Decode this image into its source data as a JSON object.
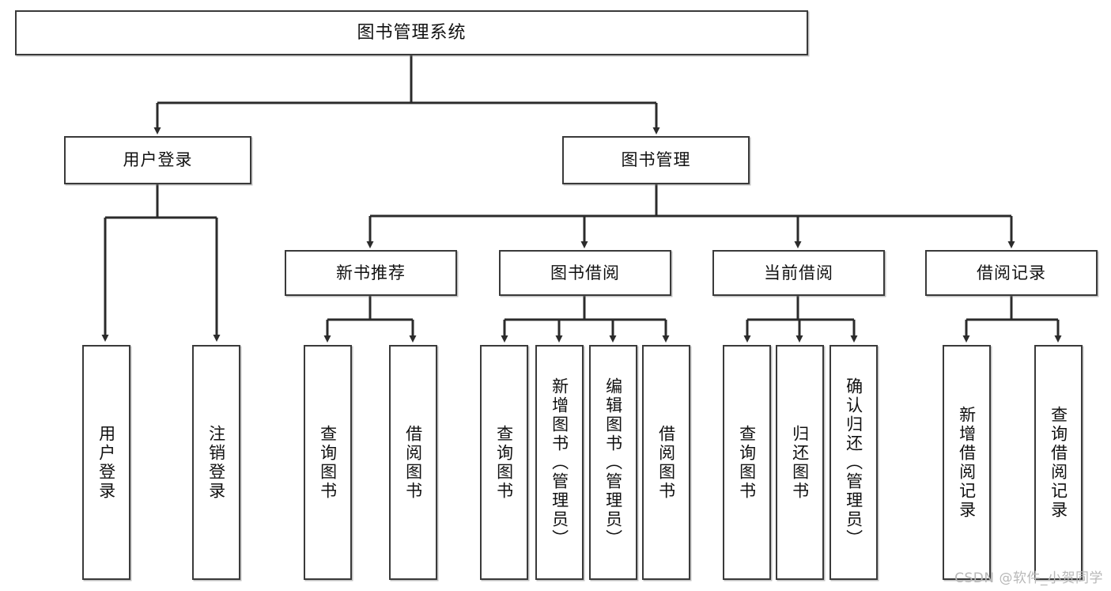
{
  "diagram": {
    "title": "图书管理系统",
    "type": "tree",
    "orientation": "top-down",
    "colors": {
      "box_border": "#3a3a3a",
      "box_fill": "#ffffff",
      "connector": "#2b2b2b",
      "watermark": "#b8b8b8",
      "background": "#ffffff"
    },
    "watermark": "CSDN @软件_小贺同学"
  },
  "nodes": {
    "root": {
      "label": "图书管理系统"
    },
    "level2": [
      {
        "id": "user-login",
        "label": "用户登录"
      },
      {
        "id": "book-management",
        "label": "图书管理"
      }
    ],
    "level3": [
      {
        "id": "new-book-recommend",
        "label": "新书推荐"
      },
      {
        "id": "book-borrow",
        "label": "图书借阅"
      },
      {
        "id": "current-borrow",
        "label": "当前借阅"
      },
      {
        "id": "borrow-record",
        "label": "借阅记录"
      }
    ],
    "leaves": {
      "user_login": [
        {
          "id": "leaf-user-login",
          "label": "用户登录"
        },
        {
          "id": "leaf-user-logout",
          "label": "注销登录"
        }
      ],
      "new_book_recommend": [
        {
          "id": "leaf-query-book-1",
          "label": "查询图书"
        },
        {
          "id": "leaf-borrow-book-1",
          "label": "借阅图书"
        }
      ],
      "book_borrow": [
        {
          "id": "leaf-query-book-2",
          "label": "查询图书"
        },
        {
          "id": "leaf-add-book",
          "label": "新增图书（管理员）"
        },
        {
          "id": "leaf-edit-book",
          "label": "编辑图书（管理员）"
        },
        {
          "id": "leaf-borrow-book-2",
          "label": "借阅图书"
        }
      ],
      "current_borrow": [
        {
          "id": "leaf-query-book-3",
          "label": "查询图书"
        },
        {
          "id": "leaf-return-book",
          "label": "归还图书"
        },
        {
          "id": "leaf-confirm-return",
          "label": "确认归还（管理员）"
        }
      ],
      "borrow_record": [
        {
          "id": "leaf-add-record",
          "label": "新增借阅记录"
        },
        {
          "id": "leaf-query-record",
          "label": "查询借阅记录"
        }
      ]
    }
  }
}
